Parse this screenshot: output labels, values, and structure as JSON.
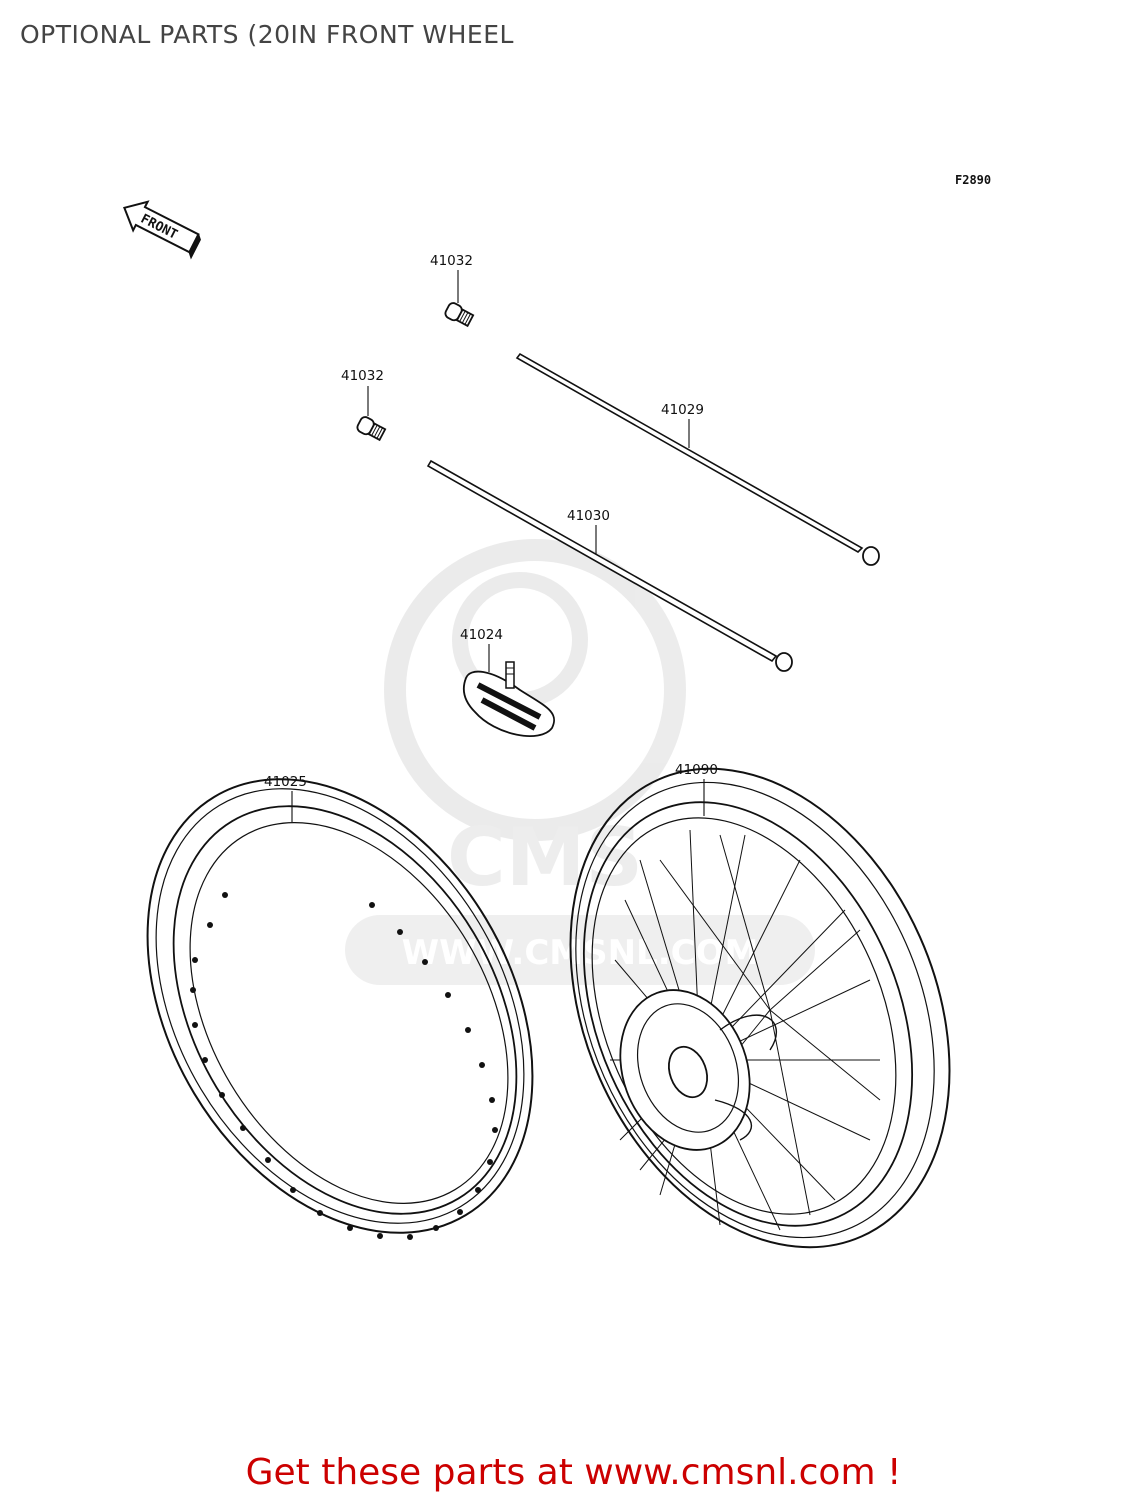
{
  "page_title": "OPTIONAL PARTS (20IN FRONT WHEEL",
  "figure_code": "F2890",
  "front_arrow_label": "FRONT",
  "watermark": {
    "url_text": "WWW.CMSNL.COM",
    "logo_text": "CMS"
  },
  "parts": {
    "valve_top": "41032",
    "valve_left": "41032",
    "spoke_long": "41029",
    "spoke_short": "41030",
    "rim_band": "41024",
    "rim": "41025",
    "wheel_assy": "41090"
  },
  "banner_text": "Get these parts at www.cmsnl.com !",
  "colors": {
    "banner": "#cc0000",
    "title": "#444444",
    "line": "#222222",
    "watermark": "#dcdcdc"
  }
}
